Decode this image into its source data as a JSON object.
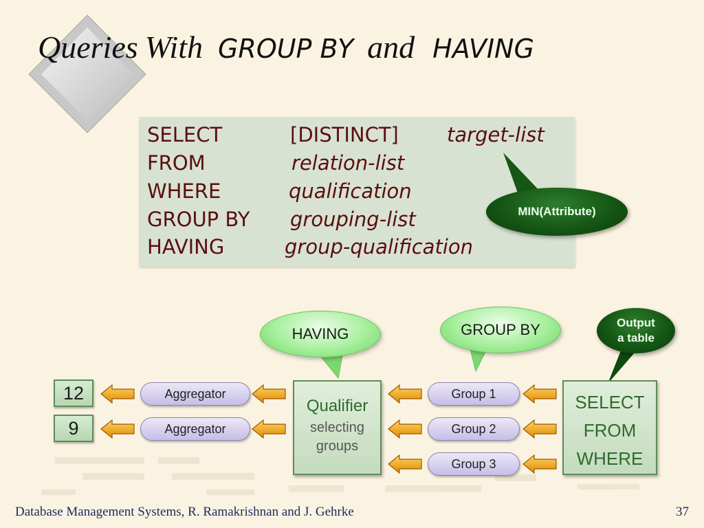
{
  "title": {
    "part1": "Queries",
    "part2": "With",
    "part3": "GROUP BY",
    "part4": "and",
    "part5": "HAVING"
  },
  "sql": {
    "lines": [
      {
        "keyword": "SELECT",
        "arg": "target-list",
        "prefix": "[DISTINCT]"
      },
      {
        "keyword": "FROM",
        "arg": "relation-list"
      },
      {
        "keyword": "WHERE",
        "arg": "qualification"
      },
      {
        "keyword": "GROUP BY",
        "arg": "grouping-list"
      },
      {
        "keyword": "HAVING",
        "arg": "group-qualification"
      }
    ]
  },
  "callouts": {
    "min_attribute": "MIN(Attribute)",
    "having": "HAVING",
    "group_by": "GROUP BY",
    "output_line1": "Output",
    "output_line2": "a table"
  },
  "pipeline": {
    "results": [
      "12",
      "9"
    ],
    "aggregators": [
      "Aggregator",
      "Aggregator"
    ],
    "qualifier": {
      "title": "Qualifier",
      "line1": "selecting",
      "line2": "groups"
    },
    "groups": [
      "Group 1",
      "Group 2",
      "Group 3"
    ],
    "source": {
      "line1": "SELECT",
      "line2": "FROM",
      "line3": "WHERE"
    }
  },
  "footer": {
    "text": "Database Management Systems, R. Ramakrishnan and J. Gehrke",
    "page": "37"
  },
  "colors": {
    "background": "#fbf3e2",
    "sql_text": "#5a0f0f",
    "sql_box": "#d8e2d2",
    "arrow": "#f0a818",
    "green_text": "#2e6a2e",
    "footer_text": "#1b2a5e"
  }
}
